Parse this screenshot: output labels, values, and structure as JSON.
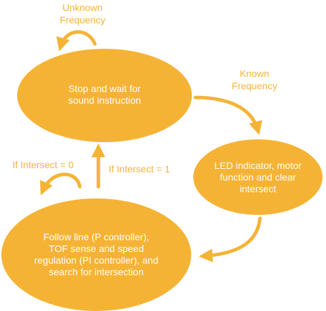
{
  "colors": {
    "node_fill": "#f5b336",
    "arrow": "#f5b336",
    "label_text": "#f5b336",
    "node_text": "#ffffff"
  },
  "nodes": {
    "stop": {
      "lines": [
        "Stop and wait for",
        "sound instruction"
      ]
    },
    "led": {
      "lines": [
        "LED indicator, motor",
        "function and clear",
        "intersect"
      ]
    },
    "follow": {
      "lines": [
        "Follow line (P controller),",
        "TOF sense and speed",
        "regulation (PI controller), and",
        "search for intersection"
      ]
    }
  },
  "edges": {
    "unknown_frequency": {
      "lines": [
        "Unknown",
        "Frequency"
      ]
    },
    "known_frequency": {
      "lines": [
        "Known",
        "Frequency"
      ]
    },
    "if_intersect_0": {
      "label": "If Intersect = 0"
    },
    "if_intersect_1": {
      "label": "If Intersect = 1"
    }
  }
}
